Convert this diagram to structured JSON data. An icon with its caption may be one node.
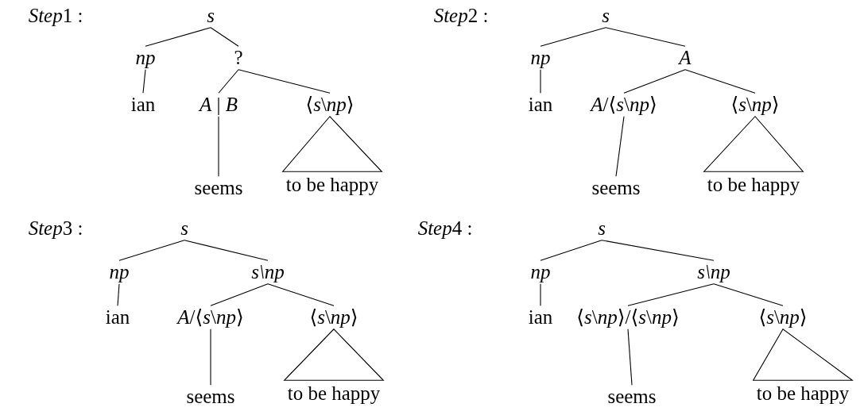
{
  "diagram": {
    "nodes": [
      {
        "text": [
          "s"
        ]
      },
      {
        "text": [
          "np"
        ]
      },
      {
        "text": [
          "?"
        ]
      },
      {
        "text": [
          "ian"
        ]
      },
      {
        "text": [
          "*A* | *B*"
        ]
      },
      {
        "text": [
          "⟨*s*\\*np*⟩"
        ]
      },
      {
        "text": [
          "seems"
        ]
      },
      {
        "text": [
          "to be happy"
        ]
      },
      {
        "text": [
          "s"
        ]
      },
      {
        "text": [
          "np"
        ]
      },
      {
        "text": [
          "A"
        ]
      },
      {
        "text": [
          "ian"
        ]
      },
      {
        "text": [
          "*A*/⟨*s*\\*np*⟩"
        ]
      },
      {
        "text": [
          "⟨*s*\\*np*⟩"
        ]
      },
      {
        "text": [
          "seems"
        ]
      },
      {
        "text": [
          "to be happy"
        ]
      },
      {
        "text": [
          "s"
        ]
      },
      {
        "text": [
          "np"
        ]
      },
      {
        "text": [
          "s\\np"
        ]
      },
      {
        "text": [
          "ian"
        ]
      },
      {
        "text": [
          "*A*/⟨*s*\\*np*⟩"
        ]
      },
      {
        "text": [
          "⟨*s*\\*np*⟩"
        ]
      },
      {
        "text": [
          "seems"
        ]
      },
      {
        "text": [
          "to be happy"
        ]
      },
      {
        "text": [
          "s"
        ]
      },
      {
        "text": [
          "np"
        ]
      },
      {
        "text": [
          "s\\np"
        ]
      },
      {
        "text": [
          "ian"
        ]
      },
      {
        "text": [
          "⟨*s*\\*np*⟩/⟨*s*\\*np*⟩"
        ]
      },
      {
        "text": [
          "⟨*s*\\*np*⟩"
        ]
      },
      {
        "text": [
          "seems"
        ]
      },
      {
        "text": [
          "to be happy"
        ]
      }
    ],
    "edges": [
      {
        "from": 0,
        "to": 1,
        "arrow": "none"
      },
      {
        "from": 0,
        "to": 2,
        "arrow": "none"
      },
      {
        "from": 1,
        "to": 3,
        "arrow": "none"
      },
      {
        "from": 2,
        "to": 4,
        "arrow": "none"
      },
      {
        "from": 2,
        "to": 5,
        "arrow": "none"
      },
      {
        "from": 4,
        "to": 6,
        "arrow": "none"
      },
      {
        "from": 5,
        "to": 7,
        "arrow": "none"
      },
      {
        "from": 8,
        "to": 9,
        "arrow": "none"
      },
      {
        "from": 8,
        "to": 10,
        "arrow": "none"
      },
      {
        "from": 9,
        "to": 11,
        "arrow": "none"
      },
      {
        "from": 10,
        "to": 12,
        "arrow": "none"
      },
      {
        "from": 10,
        "to": 13,
        "arrow": "none"
      },
      {
        "from": 12,
        "to": 14,
        "arrow": "none"
      },
      {
        "from": 13,
        "to": 15,
        "arrow": "none"
      },
      {
        "from": 16,
        "to": 17,
        "arrow": "none"
      },
      {
        "from": 16,
        "to": 18,
        "arrow": "none"
      },
      {
        "from": 17,
        "to": 19,
        "arrow": "none"
      },
      {
        "from": 18,
        "to": 20,
        "arrow": "none"
      },
      {
        "from": 18,
        "to": 21,
        "arrow": "none"
      },
      {
        "from": 20,
        "to": 22,
        "arrow": "none"
      },
      {
        "from": 21,
        "to": 23,
        "arrow": "none"
      },
      {
        "from": 24,
        "to": 25,
        "arrow": "none"
      },
      {
        "from": 24,
        "to": 26,
        "arrow": "none"
      },
      {
        "from": 25,
        "to": 27,
        "arrow": "none"
      },
      {
        "from": 26,
        "to": 28,
        "arrow": "none"
      },
      {
        "from": 26,
        "to": 29,
        "arrow": "none"
      },
      {
        "from": 28,
        "to": 30,
        "arrow": "none"
      },
      {
        "from": 29,
        "to": 31,
        "arrow": "none"
      }
    ],
    "labels": [
      "Step1 :",
      "Step2 :",
      "Step3 :",
      "Step4 :"
    ]
  }
}
